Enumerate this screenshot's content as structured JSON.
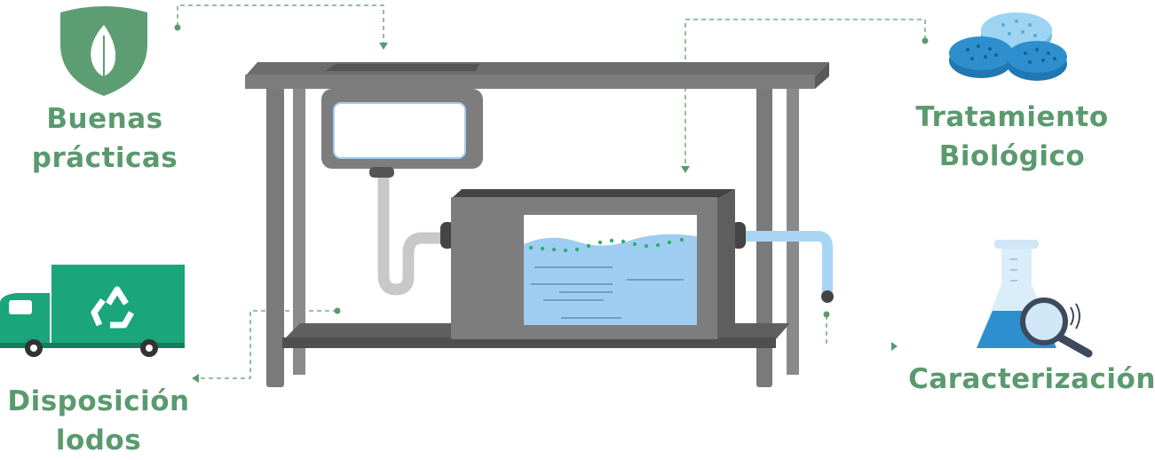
{
  "labels": {
    "buenas_practicas": [
      "Buenas",
      "prácticas"
    ],
    "tratamiento_biologico": [
      "Tratamiento",
      "Biológico"
    ],
    "disposicion_lodos": [
      "Disposición",
      "lodos"
    ],
    "caracterizacion": [
      "Caracterización"
    ]
  },
  "colors": {
    "label_green": "#5a9a6e",
    "steel": "#7d7d7d",
    "water": "#9fcdf2",
    "truck_green": "#1aa57a",
    "sponge_blue": "#2e8fcf",
    "bacteria_dots": "#2ab06f"
  },
  "icons": [
    "leaf-shield-icon",
    "recycling-truck-icon",
    "sponge-discs-icon",
    "flask-magnifier-icon"
  ]
}
